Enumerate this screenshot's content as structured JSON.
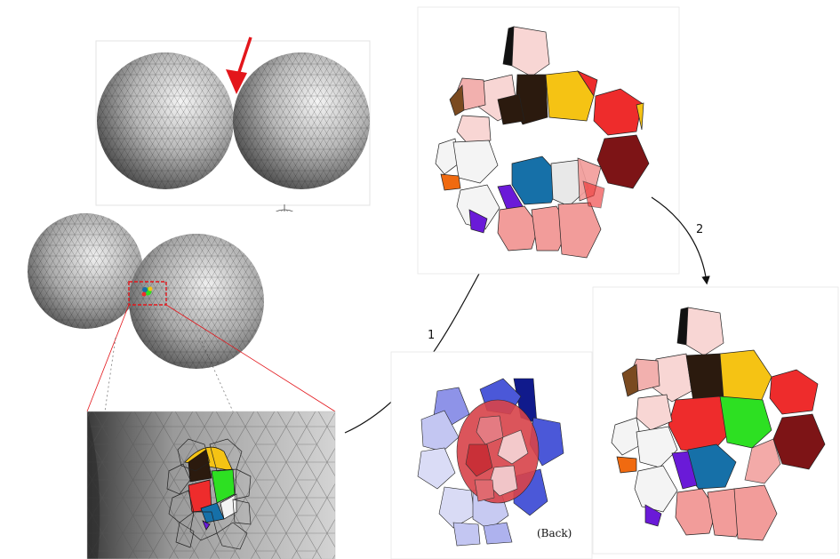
{
  "figure": {
    "step_one_label": "1",
    "step_two_label": "2",
    "back_view_label": "(Back)"
  },
  "palette": {
    "arrow_red": "#e3161b",
    "sphere_dark": "#2b2b2b",
    "sphere_light": "#f2f2f2",
    "patch_black": "#2b1a0e",
    "patch_yellow": "#f5c314",
    "patch_red": "#ee2c2c",
    "patch_dark_red": "#7d1416",
    "patch_blue": "#1670a8",
    "patch_green": "#2de022",
    "patch_pink": "#f29c9a",
    "patch_light_pink": "#f8d6d4",
    "patch_white": "#f4f4f4",
    "patch_orange": "#f06a10",
    "patch_purple": "#6a1ad8",
    "patch_brown": "#7a4a20",
    "back_blue": "#4b58d8",
    "back_navy": "#101a8c",
    "back_red": "#d8434a"
  }
}
